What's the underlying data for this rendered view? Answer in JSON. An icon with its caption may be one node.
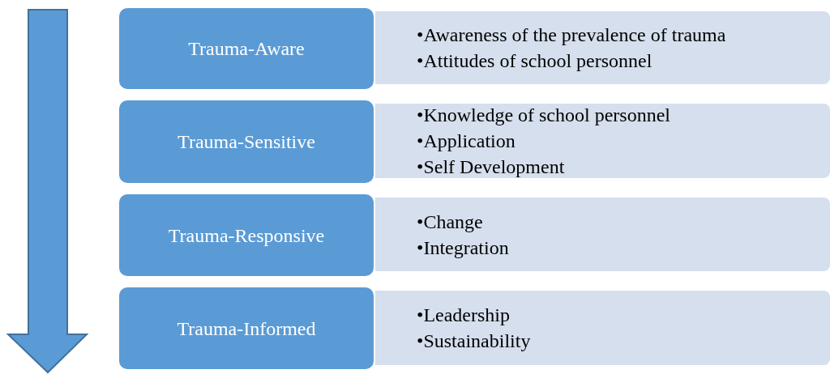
{
  "diagram": {
    "nodes": [
      {
        "text": [
          "Trauma-Aware"
        ]
      },
      {
        "text": [
          "•Awareness of the prevalence of trauma",
          "•Attitudes of school personnel"
        ]
      },
      {
        "text": [
          "Trauma-Sensitive"
        ]
      },
      {
        "text": [
          "•Knowledge of school personnel",
          "•Application",
          "•Self Development"
        ]
      },
      {
        "text": [
          "Trauma-Responsive"
        ]
      },
      {
        "text": [
          "•Change",
          "•Integration"
        ]
      },
      {
        "text": [
          "Trauma-Informed"
        ]
      },
      {
        "text": [
          "•Leadership",
          "•Sustainability"
        ]
      }
    ]
  }
}
